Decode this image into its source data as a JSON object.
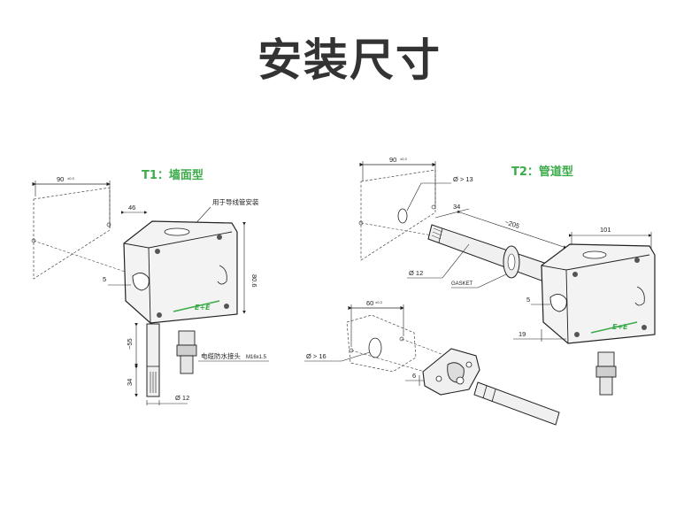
{
  "title": "安装尺寸",
  "colors": {
    "accent_green": "#3cab4a",
    "line": "#222222",
    "housing_fill": "#f3f3f3"
  },
  "t1": {
    "label": "T1：墙面型",
    "dim_width": "90",
    "dim_width_tol": "±0.3",
    "dim_depth": "46",
    "note_conduit": "用于导线管安装",
    "dim_height": "80.6",
    "dim_side": "5",
    "dim_probe_len": "~55",
    "dim_tip_len": "34",
    "note_cable_gland": "电缆防水接头",
    "note_cable_gland_spec": "M16x1.5",
    "dim_probe_dia": "Ø 12",
    "logo": "E+E"
  },
  "t2": {
    "label": "T2：管道型",
    "dim_width": "90",
    "dim_width_tol": "±0.3",
    "dim_hole": "Ø > 13",
    "dim_tip": "34",
    "dim_probe_len": "~205",
    "dim_housing_w": "101",
    "dim_probe_dia": "Ø 12",
    "gasket": "GASKET",
    "dim_side": "5",
    "dim_bottom": "19",
    "logo": "E+E"
  },
  "flange": {
    "dim_width": "60",
    "dim_width_tol": "±0.3",
    "dim_hole": "Ø > 16",
    "dim_thickness": "6"
  }
}
